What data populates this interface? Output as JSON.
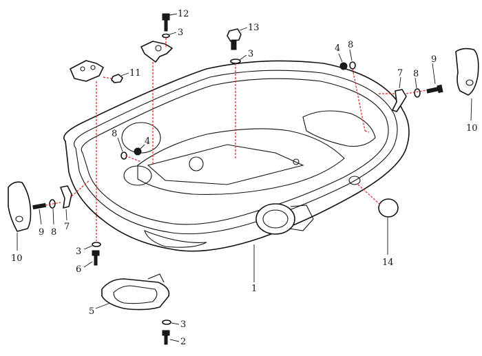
{
  "callouts": [
    {
      "id": "c12a",
      "text": "12"
    },
    {
      "id": "c3a",
      "text": "3"
    },
    {
      "id": "c13",
      "text": "13"
    },
    {
      "id": "c3b",
      "text": "3"
    },
    {
      "id": "c11",
      "text": "11"
    },
    {
      "id": "c4a",
      "text": "4"
    },
    {
      "id": "c8a",
      "text": "8"
    },
    {
      "id": "c9a",
      "text": "9"
    },
    {
      "id": "c7a",
      "text": "7"
    },
    {
      "id": "c8b",
      "text": "8"
    },
    {
      "id": "c10a",
      "text": "10"
    },
    {
      "id": "c8c",
      "text": "8"
    },
    {
      "id": "c4b",
      "text": "4"
    },
    {
      "id": "c10b",
      "text": "10"
    },
    {
      "id": "c9b",
      "text": "9"
    },
    {
      "id": "c8d",
      "text": "8"
    },
    {
      "id": "c7b",
      "text": "7"
    },
    {
      "id": "c3c",
      "text": "3"
    },
    {
      "id": "c6",
      "text": "6"
    },
    {
      "id": "c14",
      "text": "14"
    },
    {
      "id": "c1",
      "text": "1"
    },
    {
      "id": "c5",
      "text": "5"
    },
    {
      "id": "c3d",
      "text": "3"
    },
    {
      "id": "c2",
      "text": "2"
    }
  ],
  "colors": {
    "line": "#111111",
    "assembly_line": "#e0201a",
    "background": "#ffffff"
  }
}
